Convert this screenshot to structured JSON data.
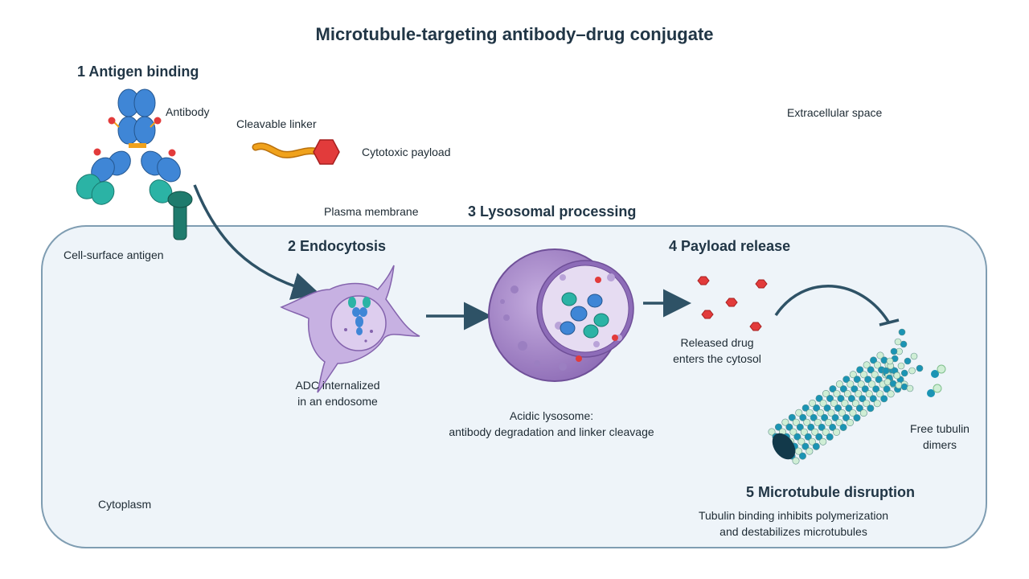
{
  "title": "Microtubule-targeting antibody–drug conjugate",
  "steps": {
    "s1": "1  Antigen binding",
    "s2": "2  Endocytosis",
    "s3": "3  Lysosomal processing",
    "s4": "4  Payload release",
    "s5": "5  Microtubule disruption"
  },
  "labels": {
    "antibody": "Antibody",
    "cleavable_linker": "Cleavable linker",
    "cytotoxic_payload": "Cytotoxic payload",
    "extracellular_space": "Extracellular space",
    "plasma_membrane": "Plasma membrane",
    "cell_surface_antigen": "Cell-surface antigen",
    "endosome_line1": "ADC internalized",
    "endosome_line2": "in an endosome",
    "lysosome_line1": "Acidic lysosome:",
    "lysosome_line2": "antibody degradation and linker cleavage",
    "released_line1": "Released drug",
    "released_line2": "enters the cytosol",
    "free_tubulin_line1": "Free tubulin",
    "free_tubulin_line2": "dimers",
    "cytoplasm": "Cytoplasm",
    "disruption_line1": "Tubulin binding inhibits polymerization",
    "disruption_line2": "and destabilizes microtubules"
  },
  "colors": {
    "antibody_blue": "#3f86d6",
    "antibody_teal": "#2bb3a5",
    "payload_red": "#e23b3b",
    "linker_orange": "#f0a21c",
    "arrow": "#2e5266",
    "cell_fill": "#eef4f9",
    "cell_stroke": "#7f9db2",
    "vesicle_purple": "#a98bc9",
    "microtubule_teal": "#1b94b4",
    "microtubule_light": "#cfeed5"
  }
}
